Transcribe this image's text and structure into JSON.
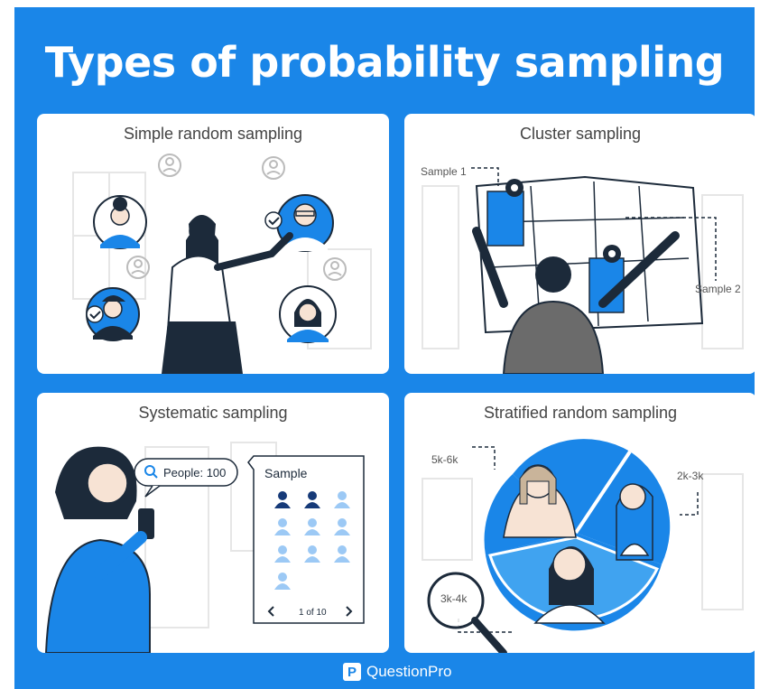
{
  "title": "Types of probability sampling",
  "cards": {
    "simple": {
      "title": "Simple random sampling"
    },
    "cluster": {
      "title": "Cluster sampling",
      "label1": "Sample 1",
      "label2": "Sample 2"
    },
    "systematic": {
      "title": "Systematic sampling",
      "bubble": "People: 100",
      "panel_title": "Sample",
      "pager": "1 of 10"
    },
    "stratified": {
      "title": "Stratified random sampling",
      "label1": "5k-6k",
      "label2": "2k-3k",
      "label3": "3k-4k"
    }
  },
  "brand": {
    "name": "QuestionPro"
  },
  "colors": {
    "primary": "#1a86e8",
    "card": "#ffffff",
    "dark": "#1c2a3a",
    "light_blue": "#9cc9f5",
    "navy": "#163a78"
  }
}
